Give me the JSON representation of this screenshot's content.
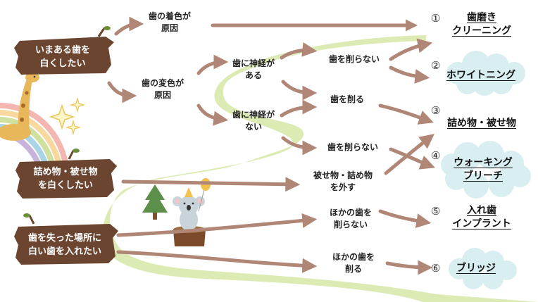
{
  "signs": [
    {
      "line1": "いまある歯を",
      "line2": "白くしたい"
    },
    {
      "line1": "詰め物・被せ物",
      "line2": "を白くしたい"
    },
    {
      "line1": "歯を失った場所に",
      "line2": "白い歯を入れたい"
    }
  ],
  "nodes": {
    "stain_cause": {
      "line1": "歯の着色が",
      "line2": "原因"
    },
    "discolor_cause": {
      "line1": "歯の変色が",
      "line2": "原因"
    },
    "nerve_yes": {
      "line1": "歯に神経が",
      "line2": "ある"
    },
    "nerve_no": {
      "line1": "歯に神経が",
      "line2": "ない"
    },
    "no_cut_1": {
      "line1": "歯を削らない"
    },
    "cut": {
      "line1": "歯を削る"
    },
    "no_cut_2": {
      "line1": "歯を削らない"
    },
    "remove_crown": {
      "line1": "被せ物・詰め物",
      "line2": "を外す"
    },
    "no_cut_other": {
      "line1": "ほかの歯を",
      "line2": "削らない"
    },
    "cut_other": {
      "line1": "ほかの歯を",
      "line2": "削る"
    }
  },
  "results": [
    {
      "number": "①",
      "line1": "歯磨き",
      "line2": "クリーニング",
      "bg": "none"
    },
    {
      "number": "②",
      "line1": "ホワイトニング",
      "bg": "#d8eef0"
    },
    {
      "number": "③",
      "line1": "詰め物・被せ物",
      "bg": "none"
    },
    {
      "number": "④",
      "line1": "ウォーキング",
      "line2": "ブリーチ",
      "bg": "#d8eef0"
    },
    {
      "number": "⑤",
      "line1": "入れ歯",
      "line2": "インプラント",
      "bg": "none"
    },
    {
      "number": "⑥",
      "line1": "ブリッジ",
      "bg": "#d8eef0"
    }
  ],
  "colors": {
    "arrow": "#b08676",
    "path_green": "#dcebb4",
    "sign_wood": "#6b4530",
    "cloud": "#d8eef0"
  },
  "icons": [
    "giraffe-icon",
    "rainbow-icon",
    "sparkle-icon",
    "tree-icon",
    "koala-icon",
    "balloon-icon",
    "tree-stump-icon"
  ]
}
